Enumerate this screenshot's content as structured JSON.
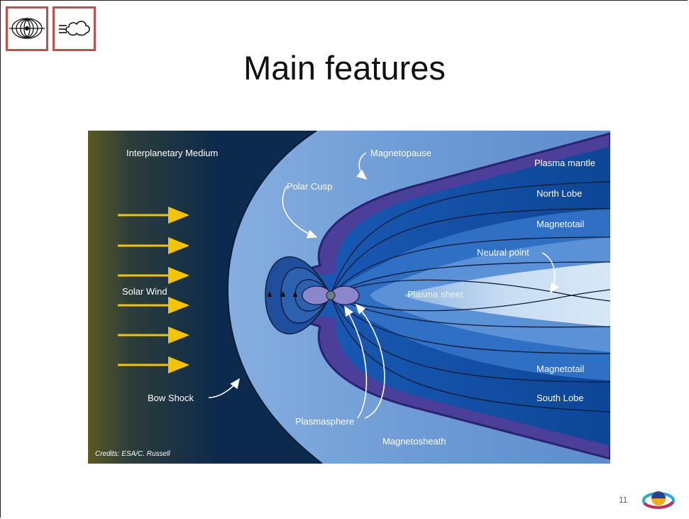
{
  "slide": {
    "title": "Main features",
    "page_number": "11"
  },
  "icons": {
    "top_left_1": "magnetic-dipole-field-icon",
    "top_left_2": "solar-wind-cloud-icon",
    "bottom_right": "institution-logo-icon"
  },
  "colors": {
    "logo_frame": "#c0504d",
    "solar_wind_arrows": "#f5c400",
    "magnetosheath": "#5f8fcf",
    "magnetopause": "#4b3f9a",
    "lobe": "#0f4ea3",
    "plasma_sheet": "#bcd6ef"
  },
  "diagram": {
    "labels": {
      "interplanetary_medium": "Interplanetary Medium",
      "magnetopause": "Magnetopause",
      "plasma_mantle": "Plasma mantle",
      "polar_cusp": "Polar Cusp",
      "north_lobe": "North Lobe",
      "magnetotail_top": "Magnetotail",
      "neutral_point": "Neutral point",
      "solar_wind": "Solar Wind",
      "plasma_sheet": "Plasma sheet",
      "magnetotail_bottom": "Magnetotail",
      "south_lobe": "South Lobe",
      "bow_shock": "Bow Shock",
      "plasmasphere": "Plasmasphere",
      "magnetosheath": "Magnetosheath",
      "credits": "Credits: ESA/C. Russell"
    }
  }
}
